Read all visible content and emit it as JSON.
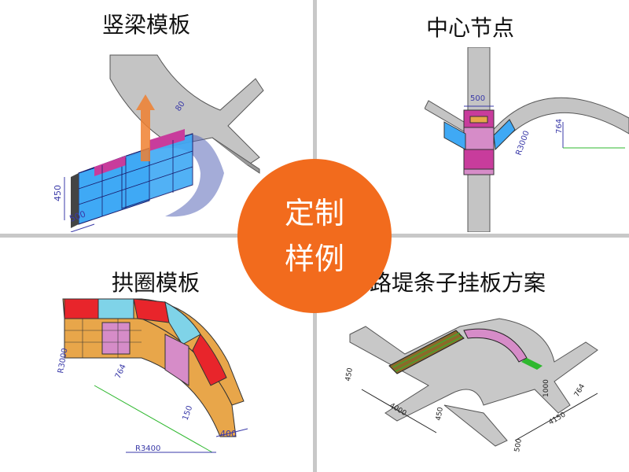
{
  "center_badge": {
    "line1": "定制",
    "line2": "样例",
    "color": "#f26b1d"
  },
  "quadrants": {
    "top_left": {
      "title": "竖梁模板",
      "dims": [
        "450",
        "500",
        "80"
      ]
    },
    "top_right": {
      "title": "中心节点",
      "dims": [
        "500",
        "764",
        "R3000"
      ]
    },
    "bottom_left": {
      "title": "拱圈模板",
      "dims": [
        "R3000",
        "764",
        "150",
        "400",
        "R3400"
      ]
    },
    "bottom_right": {
      "title": "路堤条子挂板方案",
      "dims": [
        "450",
        "4000",
        "450",
        "1000",
        "764",
        "4150",
        "500"
      ]
    }
  },
  "colors": {
    "red": "#e8252b",
    "blue": "#3fa9f5",
    "cyan": "#7fd3e8",
    "pink": "#d68cc8",
    "magenta": "#c83c9c",
    "orange": "#e8a64a",
    "gray": "#bcbcbc",
    "green": "#2fb82f",
    "dim": "#3a3aa8"
  }
}
